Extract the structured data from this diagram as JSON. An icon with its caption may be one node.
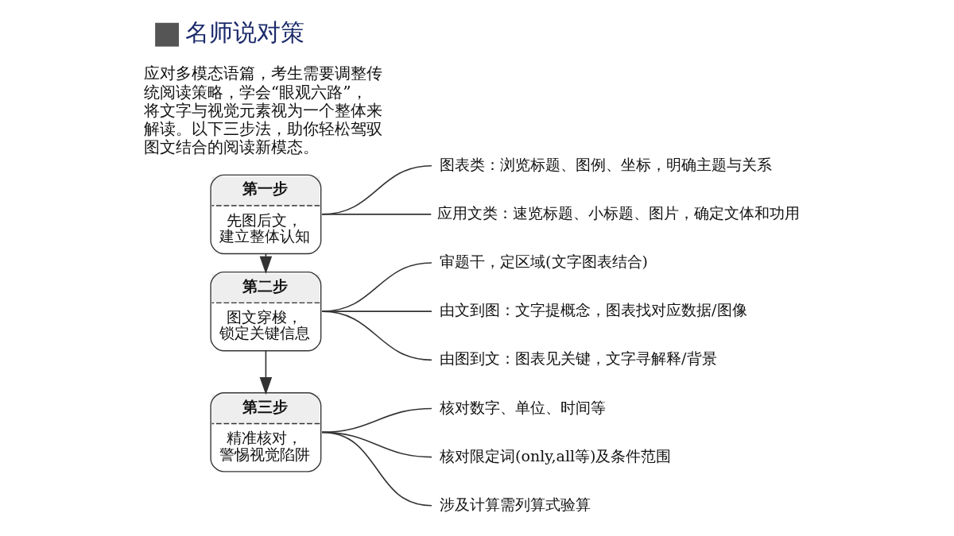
{
  "diagram": {
    "title": "名师说对策",
    "nodes": [
      {
        "text": [
          "第一步",
          "先图后文，建立整体认知"
        ]
      },
      {
        "text": [
          "图表类：浏览标题、图例、坐标，明确主题与关系"
        ]
      },
      {
        "text": [
          "应用文类：速览标题、小标题、图片，确定文体和功用"
        ]
      },
      {
        "text": [
          "第二步",
          "图文穿梭，锁定关键信息"
        ]
      },
      {
        "text": [
          "审题干，定区域(文字图表结合)"
        ]
      },
      {
        "text": [
          "由文到图：文字提概念，图表找对应数据/图像"
        ]
      },
      {
        "text": [
          "由图到文：图表见关键，文字寻解释/背景"
        ]
      },
      {
        "text": [
          "第三步",
          "精准核对，警惕视觉陷阱"
        ]
      },
      {
        "text": [
          "核对数字、单位、时间等"
        ]
      },
      {
        "text": [
          "核对限定词(only,all等)及条件范围"
        ]
      },
      {
        "text": [
          "涉及计算需列算式验算"
        ]
      }
    ],
    "edges": [
      {
        "from": 0,
        "to": 1,
        "arrow": "none"
      },
      {
        "from": 0,
        "to": 2,
        "arrow": "none"
      },
      {
        "from": 0,
        "to": 3,
        "arrow": "to"
      },
      {
        "from": 3,
        "to": 4,
        "arrow": "none"
      },
      {
        "from": 3,
        "to": 5,
        "arrow": "none"
      },
      {
        "from": 3,
        "to": 6,
        "arrow": "none"
      },
      {
        "from": 3,
        "to": 7,
        "arrow": "to"
      },
      {
        "from": 7,
        "to": 8,
        "arrow": "none"
      },
      {
        "from": 7,
        "to": 9,
        "arrow": "none"
      },
      {
        "from": 7,
        "to": 10,
        "arrow": "none"
      }
    ],
    "labels": [
      "应对多模态语篇，考生需要调整传统阅读策略，学会“眼观六路”，将文字与视觉元素视为一个整体来解读。以下三步法，助你轻松驾驭图文结合的阅读新模态。"
    ]
  }
}
